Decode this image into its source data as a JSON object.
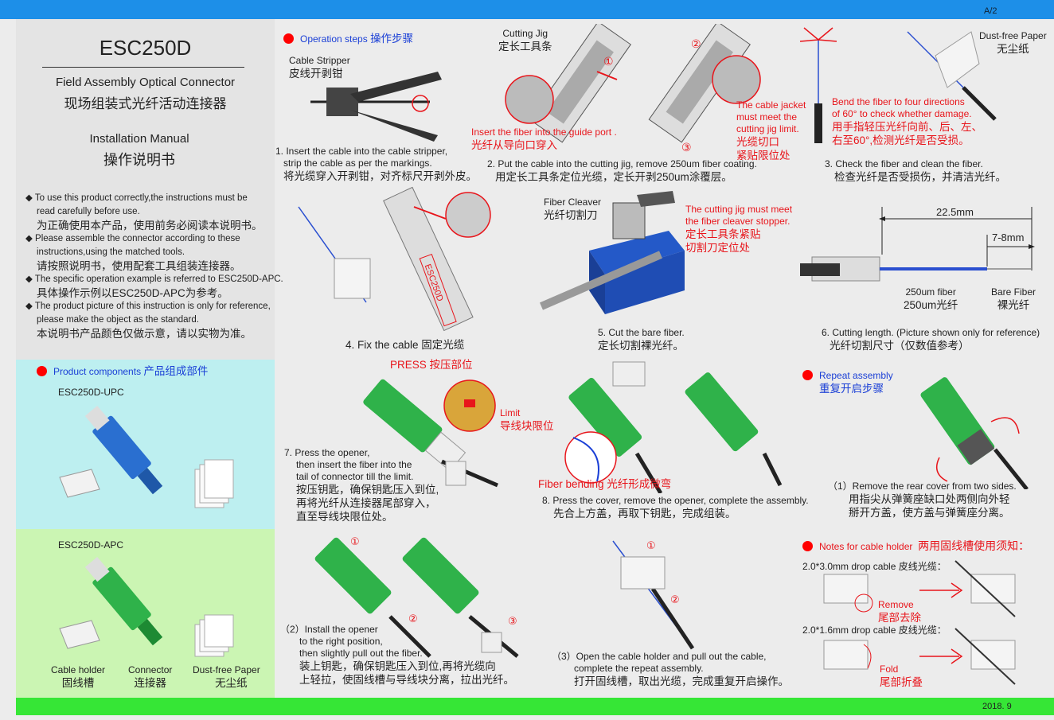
{
  "header": {
    "page": "A/2"
  },
  "footer": {
    "date": "2018. 9"
  },
  "left": {
    "title": "ESC250D",
    "subtitle_en": "Field Assembly Optical Connector",
    "subtitle_cn": "现场组装式光纤活动连接器",
    "manual_en": "Installation Manual",
    "manual_cn": "操作说明书",
    "notes": [
      {
        "en1": "◆ To use this product correctly,the instructions must be",
        "en2": "read carefully before use.",
        "cn": "为正确使用本产品，使用前务必阅读本说明书。"
      },
      {
        "en1": "◆ Please assemble the connector according to these",
        "en2": "instructions,using the matched tools.",
        "cn": "请按照说明书，使用配套工具组装连接器。"
      },
      {
        "en1": "◆ The specific operation example is referred to ESC250D-APC.",
        "cn": "具体操作示例以ESC250D-APC为参考。"
      },
      {
        "en1": "◆ The product picture of this instruction is only for reference,",
        "en2": "please make the object as the standard.",
        "cn": "本说明书产品颜色仅做示意，请以实物为准。"
      }
    ]
  },
  "components": {
    "heading_en": "Product components",
    "heading_cn": "产品组成部件",
    "upc": "ESC250D-UPC",
    "apc": "ESC250D-APC",
    "labels": [
      {
        "en": "Cable holder",
        "cn": "固线槽"
      },
      {
        "en": "Connector",
        "cn": "连接器"
      },
      {
        "en": "Dust-free Paper",
        "cn": "无尘纸"
      }
    ]
  },
  "operation": {
    "heading_en": "Operation steps",
    "heading_cn": "操作步骤"
  },
  "steps": {
    "s1": {
      "tool_en": "Cable Stripper",
      "tool_cn": "皮线开剥钳",
      "en1": "1. Insert the cable into the cable stripper,",
      "en2": "strip the cable as per the markings.",
      "cn": "将光缆穿入开剥钳，对齐标尺开剥外皮。"
    },
    "s2": {
      "tool_en": "Cutting Jig",
      "tool_cn": "定长工具条",
      "note_en": "Insert the fiber into the guide port .",
      "note_cn": "光纤从导向口穿入",
      "jacket_en1": "The cable jacket",
      "jacket_en2": "must meet the",
      "jacket_en3": "cutting jig limit.",
      "jacket_cn1": "光缆切口",
      "jacket_cn2": "紧贴限位处",
      "en1": "2. Put the cable into the cutting jig, remove 250um fiber coating.",
      "cn": "用定长工具条定位光缆，定长开剥250um涂覆层。"
    },
    "s3": {
      "tool_en": "Dust-free Paper",
      "tool_cn": "无尘纸",
      "note_en1": "Bend the fiber to four directions",
      "note_en2": "of 60° to check whether damage.",
      "note_cn1": "用手指轻压光纤向前、后、左、",
      "note_cn2": "右至60°,检测光纤是否受损。",
      "en1": "3. Check the fiber and clean the fiber.",
      "cn": "检查光纤是否受损伤，并清洁光纤。"
    },
    "s4": {
      "label": "4. Fix the cable  固定光缆",
      "jig": "ESC250D"
    },
    "s5": {
      "tool_en": "Fiber Cleaver",
      "tool_cn": "光纤切割刀",
      "note_en1": "The cutting jig must meet",
      "note_en2": "the fiber cleaver stopper.",
      "note_cn1": "定长工具条紧贴",
      "note_cn2": "切割刀定位处",
      "en1": "5. Cut the bare fiber.",
      "cn": "定长切割裸光纤。"
    },
    "s6": {
      "dim1": "22.5mm",
      "dim2": "7-8mm",
      "fiber_en": "250um fiber",
      "fiber_cn": "250um光纤",
      "bare_en": "Bare Fiber",
      "bare_cn": "裸光纤",
      "en1": "6. Cutting length. (Picture shown only for reference)",
      "cn": "光纤切割尺寸（仅数值参考）"
    },
    "s7": {
      "press": "PRESS  按压部位",
      "limit_en": "Limit",
      "limit_cn": "导线块限位",
      "en1": "7. Press the opener,",
      "en2": "then insert the fiber into the",
      "en3": "tail of connector till the limit.",
      "cn1": "按压钥匙，确保钥匙压入到位,",
      "cn2": "再将光纤从连接器尾部穿入，",
      "cn3": "直至导线块限位处。"
    },
    "s8": {
      "bend": "Fiber bending  光纤形成微弯",
      "en1": "8. Press the cover, remove the opener, complete the assembly.",
      "cn": "先合上方盖，再取下钥匙，完成组装。"
    },
    "r": {
      "heading_en": "Repeat assembly",
      "heading_cn": "重复开启步骤",
      "en1": "（1）Remove the rear cover from two sides.",
      "cn1": "用指尖从弹簧座缺口处两侧向外轻",
      "cn2": "掰开方盖，使方盖与弹簧座分离。"
    },
    "r2": {
      "en1": "（2）Install the opener",
      "en2": "to the right position,",
      "en3": "then slightly pull out the fiber.",
      "cn1": "装上钥匙，确保钥匙压入到位,再将光缆向",
      "cn2": "上轻拉，使固线槽与导线块分离，拉出光纤。"
    },
    "r3": {
      "en1": "（3）Open the cable holder and pull out the cable,",
      "en2": "complete the repeat assembly.",
      "cn": "打开固线槽，取出光缆，完成重复开启操作。"
    },
    "holder": {
      "heading_en": "Notes for cable holder",
      "heading_cn": "两用固线槽使用须知：",
      "c1": "2.0*3.0mm drop cable  皮线光缆：",
      "remove_en": "Remove",
      "remove_cn": "尾部去除",
      "c2": "2.0*1.6mm drop cable  皮线光缆：",
      "fold_en": "Fold",
      "fold_cn": "尾部折叠"
    }
  },
  "colors": {
    "top_bar": "#1d8fe8",
    "bottom_bar": "#36e636",
    "components_upc_bg": "#bdeff0",
    "components_apc_bg": "#cbf5b3",
    "accent_red": "#e8151b",
    "accent_blue": "#1a3fd6",
    "connector_green": "#2fb24a",
    "connector_blue": "#2a6fd0"
  }
}
